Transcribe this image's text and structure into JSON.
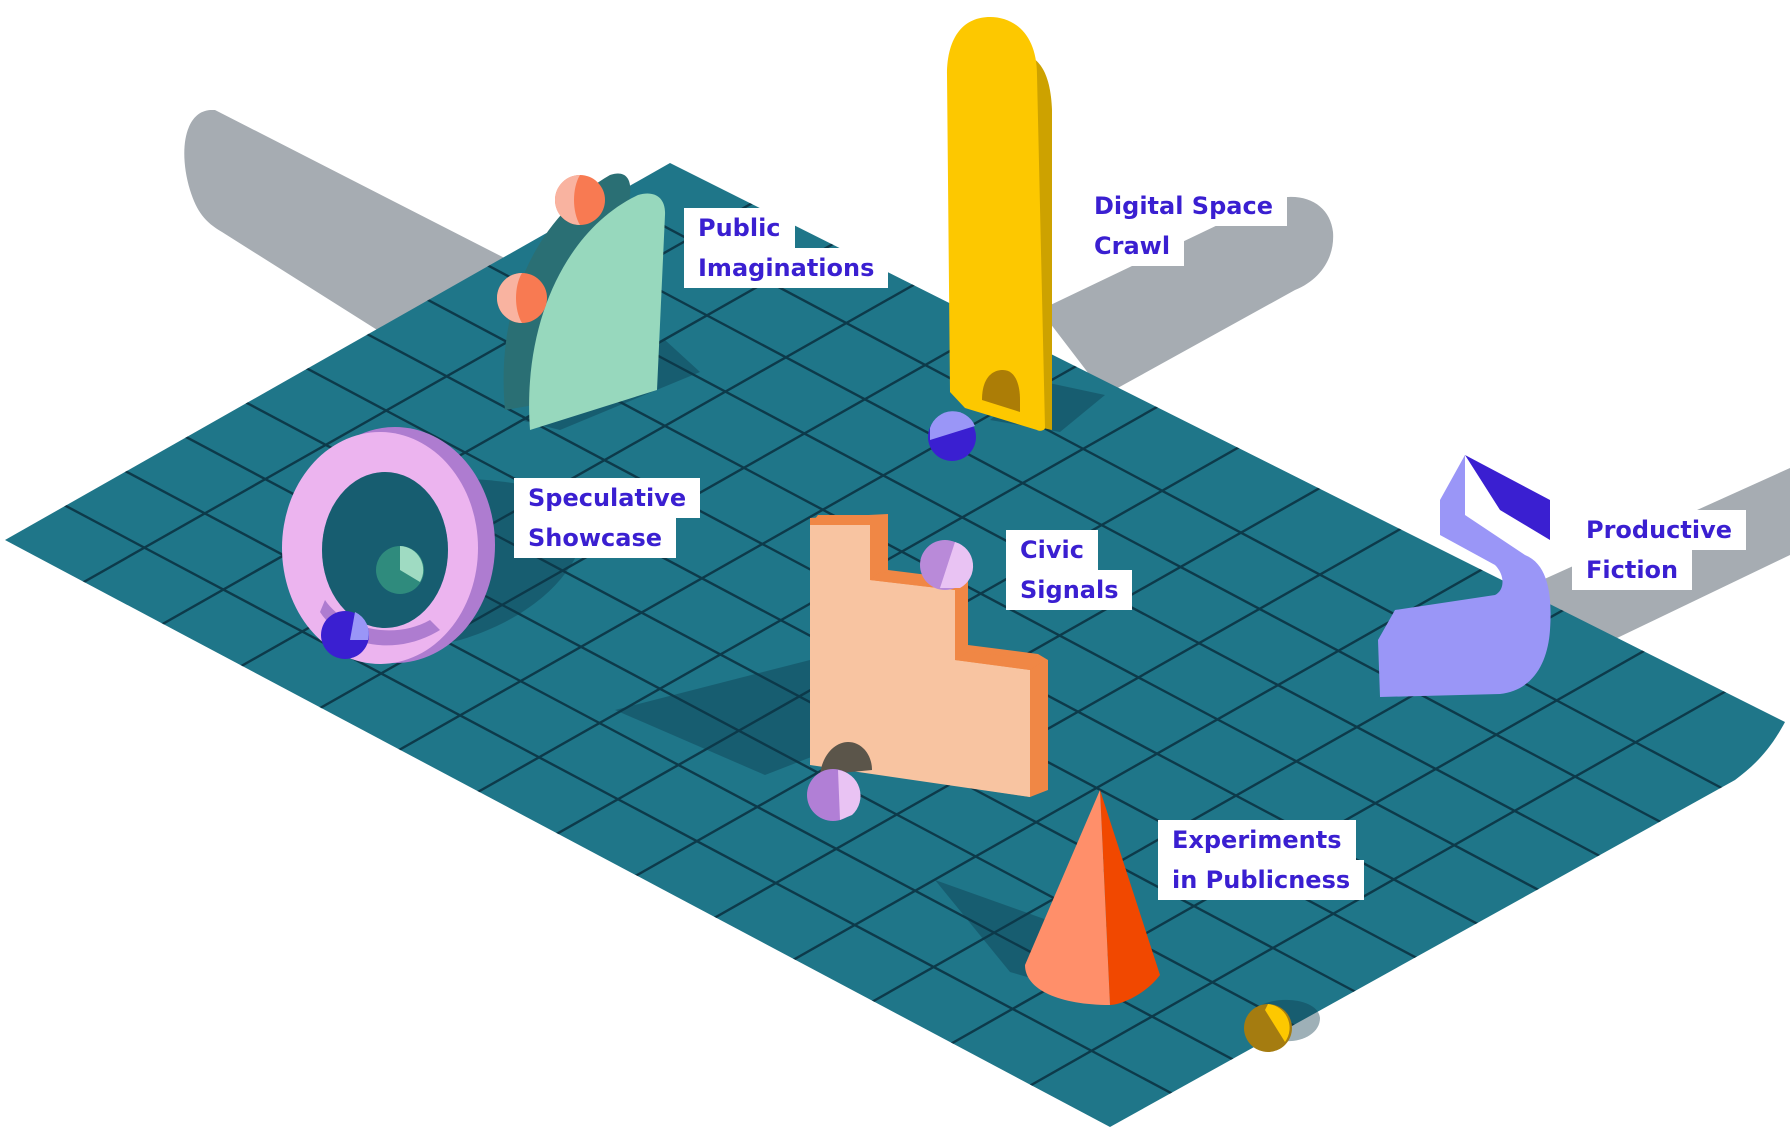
{
  "colors": {
    "board": "#1f7689",
    "board_grid": "#0d3a4a",
    "shadow": "#a6acb2",
    "label_text": "#3a1fd1",
    "label_bg": "#ffffff",
    "mint": "#97d8bd",
    "yellow": "#fdc800",
    "pink_ring": "#ecb4ef",
    "peach": "#f8c4a1",
    "orange": "#f08745",
    "cone": "#ff8f6a",
    "cone_dark": "#f14800",
    "periwinkle": "#9a96f7",
    "indigo": "#3a1fd1"
  },
  "labels": [
    {
      "id": "public-imaginations",
      "lines": [
        "Public",
        "Imaginations"
      ]
    },
    {
      "id": "digital-space-crawl",
      "lines": [
        "Digital Space",
        "Crawl"
      ]
    },
    {
      "id": "speculative-showcase",
      "lines": [
        "Speculative",
        "Showcase"
      ]
    },
    {
      "id": "civic-signals",
      "lines": [
        "Civic",
        "Signals"
      ]
    },
    {
      "id": "productive-fiction",
      "lines": [
        "Productive",
        "Fiction"
      ]
    },
    {
      "id": "experiments-in-publicness",
      "lines": [
        "Experiments",
        "in Publicness"
      ]
    }
  ],
  "icons": [
    "mint-arch-shape",
    "yellow-pillar-shape",
    "pink-ring-shape",
    "peach-stair-shape",
    "periwinkle-bracket-shape",
    "orange-cone-shape",
    "small-sphere-icon"
  ]
}
